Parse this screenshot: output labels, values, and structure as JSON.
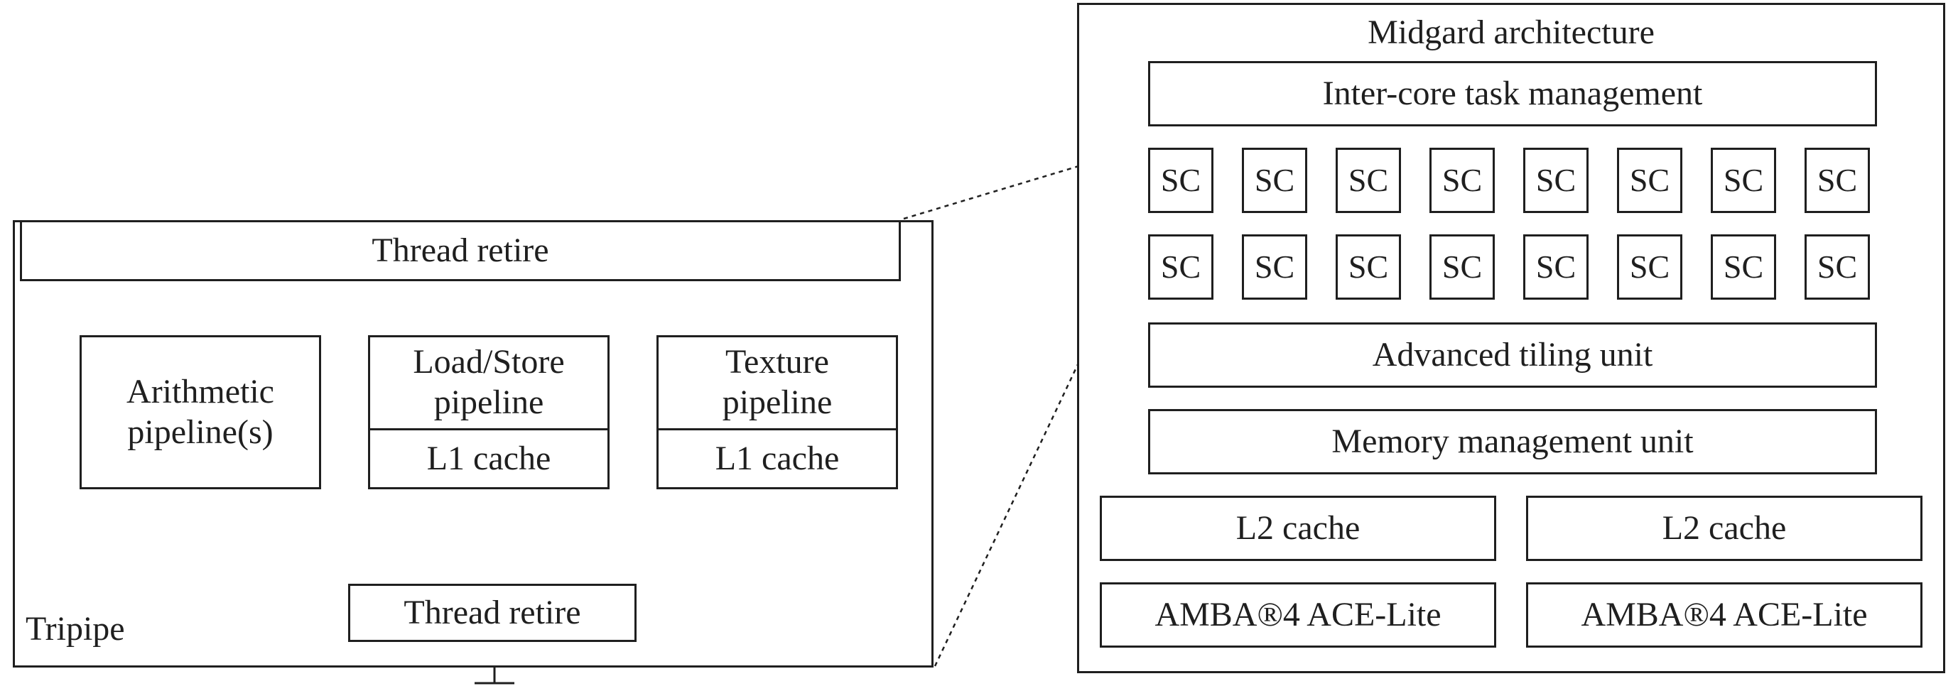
{
  "tripipe": {
    "caption": "Tripipe",
    "thread_retire_top": "Thread retire",
    "arithmetic": "Arithmetic pipeline(s)",
    "loadstore": "Load/Store pipeline",
    "loadstore_cache": "L1 cache",
    "texture": "Texture pipeline",
    "texture_cache": "L1 cache",
    "thread_retire_bottom": "Thread retire"
  },
  "midgard": {
    "title": "Midgard architecture",
    "inter_core": "Inter-core task management",
    "shader_cores_row1": [
      "SC",
      "SC",
      "SC",
      "SC",
      "SC",
      "SC",
      "SC",
      "SC"
    ],
    "shader_cores_row2": [
      "SC",
      "SC",
      "SC",
      "SC",
      "SC",
      "SC",
      "SC",
      "SC"
    ],
    "tiling": "Advanced tiling unit",
    "mmu": "Memory management unit",
    "l2_caches": [
      "L2 cache",
      "L2 cache"
    ],
    "buses": [
      "AMBA®4 ACE-Lite",
      "AMBA®4 ACE-Lite"
    ]
  }
}
